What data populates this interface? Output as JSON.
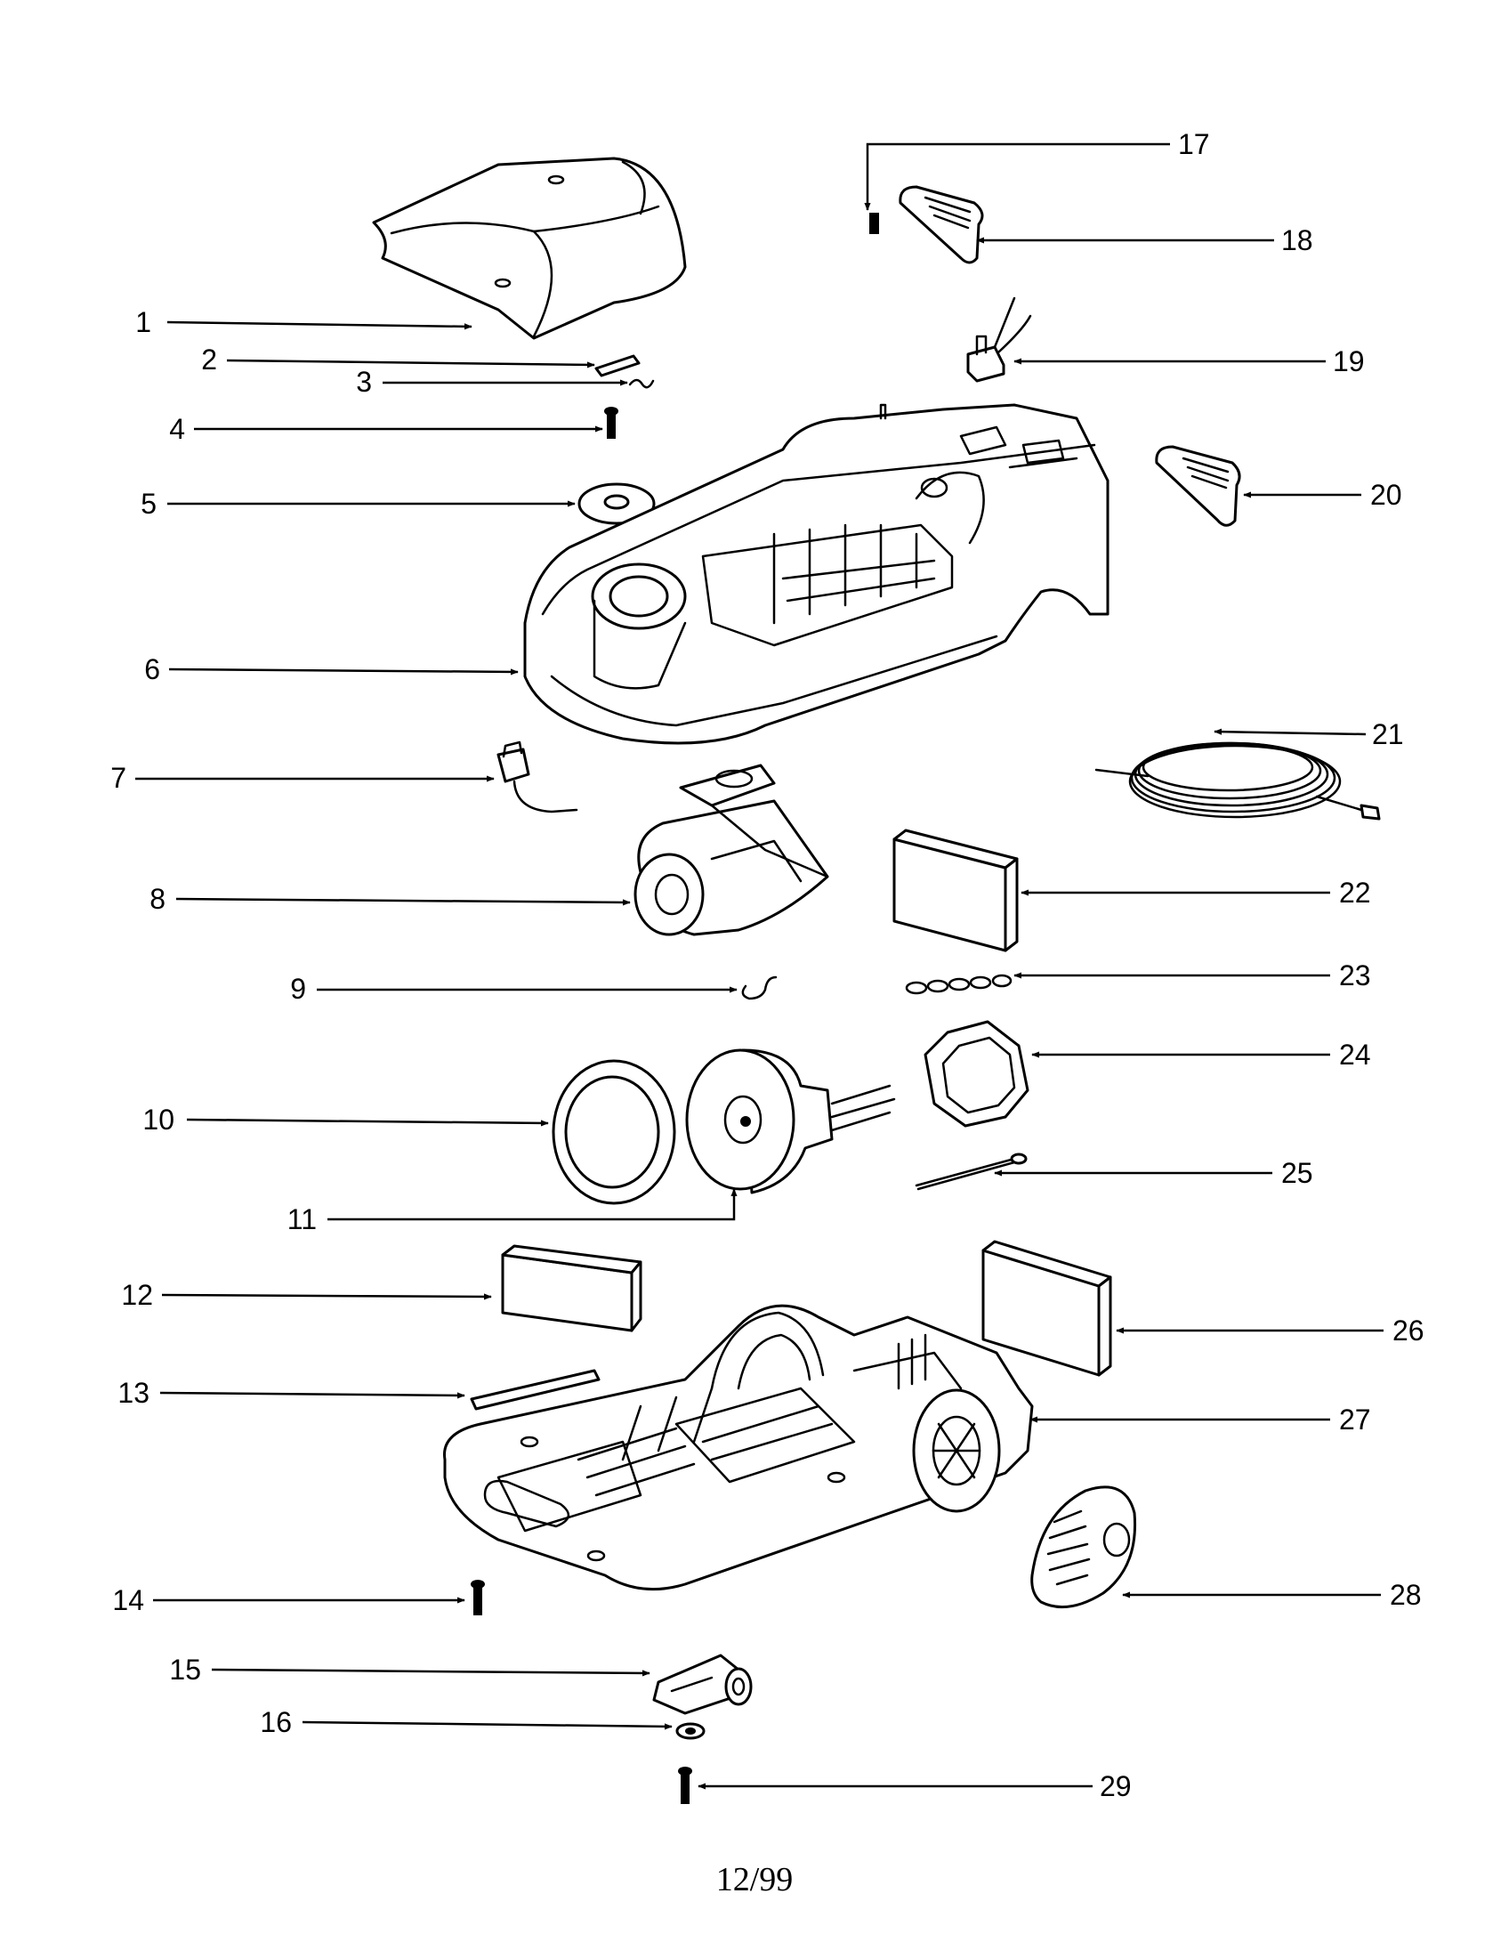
{
  "footer_text": "12/99",
  "parts": [
    {
      "number": "1"
    },
    {
      "number": "2"
    },
    {
      "number": "3"
    },
    {
      "number": "4"
    },
    {
      "number": "5"
    },
    {
      "number": "6"
    },
    {
      "number": "7"
    },
    {
      "number": "8"
    },
    {
      "number": "9"
    },
    {
      "number": "10"
    },
    {
      "number": "11"
    },
    {
      "number": "12"
    },
    {
      "number": "13"
    },
    {
      "number": "14"
    },
    {
      "number": "15"
    },
    {
      "number": "16"
    },
    {
      "number": "17"
    },
    {
      "number": "18"
    },
    {
      "number": "19"
    },
    {
      "number": "20"
    },
    {
      "number": "21"
    },
    {
      "number": "22"
    },
    {
      "number": "23"
    },
    {
      "number": "24"
    },
    {
      "number": "25"
    },
    {
      "number": "26"
    },
    {
      "number": "27"
    },
    {
      "number": "28"
    },
    {
      "number": "29"
    }
  ]
}
